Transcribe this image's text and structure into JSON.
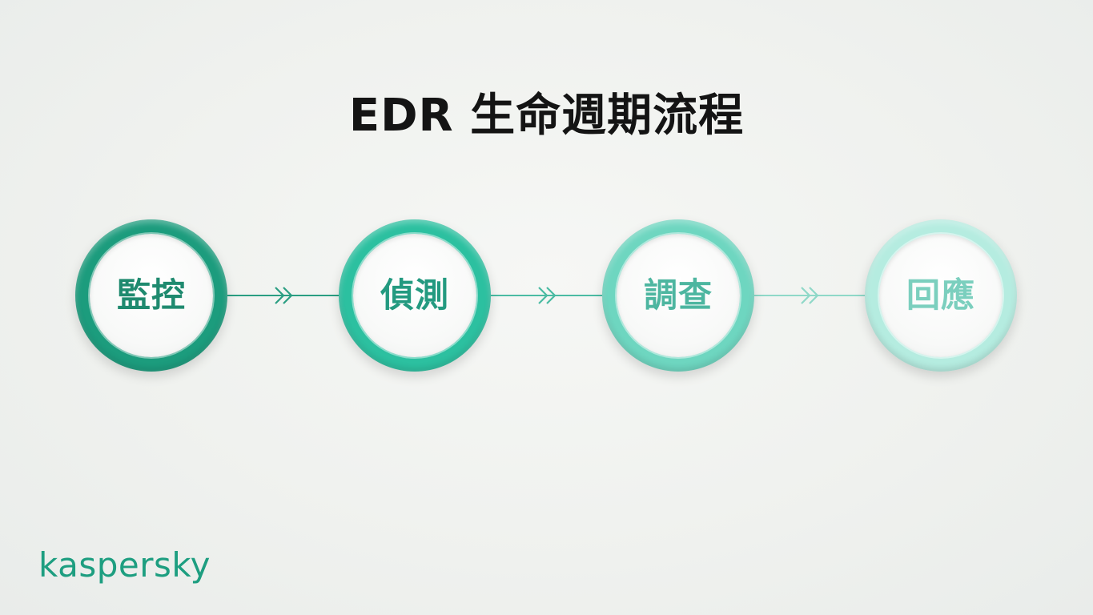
{
  "title": "EDR 生命週期流程",
  "steps": [
    {
      "label": "監控",
      "color": "#1c9c7d",
      "text_color": "#1f8a6f"
    },
    {
      "label": "偵測",
      "color": "#2cc0a0",
      "text_color": "#239a80"
    },
    {
      "label": "調查",
      "color": "#6ed6c0",
      "text_color": "#4db6a0"
    },
    {
      "label": "回應",
      "color": "#b5ece0",
      "text_color": "#7bcfbe"
    }
  ],
  "connector_colors": [
    "#2a9e82",
    "#4bbba3",
    "#8fd8c8"
  ],
  "logo": "kaspersky",
  "logo_color": "#1d9e80",
  "icons": [
    "double-chevron-right-icon"
  ]
}
